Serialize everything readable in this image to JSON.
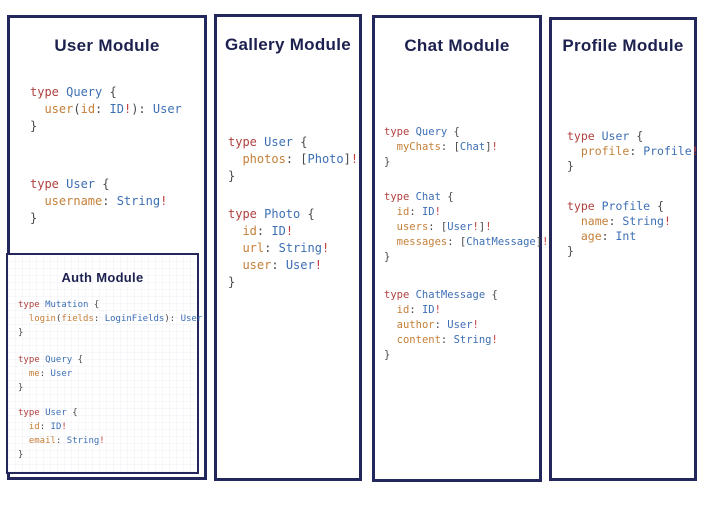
{
  "colors": {
    "border": "#23275c",
    "title": "#1d214f",
    "keyword": "#b0413e",
    "type": "#3d6fb4",
    "field": "#c5803a",
    "punct": "#4a4a4a",
    "bang": "#c33d3d"
  },
  "modules": [
    {
      "title": "User Module",
      "blocks": [
        {
          "lines": [
            [
              {
                "t": "type ",
                "c": "keyword"
              },
              {
                "t": "Query ",
                "c": "type"
              },
              {
                "t": "{",
                "c": "punct"
              }
            ],
            [
              {
                "t": "  ",
                "c": "plain"
              },
              {
                "t": "user",
                "c": "field"
              },
              {
                "t": "(",
                "c": "punct"
              },
              {
                "t": "id",
                "c": "field"
              },
              {
                "t": ": ",
                "c": "punct"
              },
              {
                "t": "ID",
                "c": "type"
              },
              {
                "t": "!",
                "c": "bang"
              },
              {
                "t": "): ",
                "c": "punct"
              },
              {
                "t": "User",
                "c": "type"
              }
            ],
            [
              {
                "t": "}",
                "c": "punct"
              }
            ]
          ]
        },
        {
          "lines": [
            [
              {
                "t": "type ",
                "c": "keyword"
              },
              {
                "t": "User ",
                "c": "type"
              },
              {
                "t": "{",
                "c": "punct"
              }
            ],
            [
              {
                "t": "  ",
                "c": "plain"
              },
              {
                "t": "username",
                "c": "field"
              },
              {
                "t": ": ",
                "c": "punct"
              },
              {
                "t": "String",
                "c": "type"
              },
              {
                "t": "!",
                "c": "bang"
              }
            ],
            [
              {
                "t": "}",
                "c": "punct"
              }
            ]
          ]
        }
      ],
      "submodule": {
        "title": "Auth Module",
        "blocks": [
          {
            "lines": [
              [
                {
                  "t": "type ",
                  "c": "keyword"
                },
                {
                  "t": "Mutation ",
                  "c": "type"
                },
                {
                  "t": "{",
                  "c": "punct"
                }
              ],
              [
                {
                  "t": "  ",
                  "c": "plain"
                },
                {
                  "t": "login",
                  "c": "field"
                },
                {
                  "t": "(",
                  "c": "punct"
                },
                {
                  "t": "fields",
                  "c": "field"
                },
                {
                  "t": ": ",
                  "c": "punct"
                },
                {
                  "t": "LoginFields",
                  "c": "type"
                },
                {
                  "t": "): ",
                  "c": "punct"
                },
                {
                  "t": "User",
                  "c": "type"
                }
              ],
              [
                {
                  "t": "}",
                  "c": "punct"
                }
              ]
            ]
          },
          {
            "lines": [
              [
                {
                  "t": "type ",
                  "c": "keyword"
                },
                {
                  "t": "Query ",
                  "c": "type"
                },
                {
                  "t": "{",
                  "c": "punct"
                }
              ],
              [
                {
                  "t": "  ",
                  "c": "plain"
                },
                {
                  "t": "me",
                  "c": "field"
                },
                {
                  "t": ": ",
                  "c": "punct"
                },
                {
                  "t": "User",
                  "c": "type"
                }
              ],
              [
                {
                  "t": "}",
                  "c": "punct"
                }
              ]
            ]
          },
          {
            "lines": [
              [
                {
                  "t": "type ",
                  "c": "keyword"
                },
                {
                  "t": "User ",
                  "c": "type"
                },
                {
                  "t": "{",
                  "c": "punct"
                }
              ],
              [
                {
                  "t": "  ",
                  "c": "plain"
                },
                {
                  "t": "id",
                  "c": "field"
                },
                {
                  "t": ": ",
                  "c": "punct"
                },
                {
                  "t": "ID",
                  "c": "type"
                },
                {
                  "t": "!",
                  "c": "bang"
                }
              ],
              [
                {
                  "t": "  ",
                  "c": "plain"
                },
                {
                  "t": "email",
                  "c": "field"
                },
                {
                  "t": ": ",
                  "c": "punct"
                },
                {
                  "t": "String",
                  "c": "type"
                },
                {
                  "t": "!",
                  "c": "bang"
                }
              ],
              [
                {
                  "t": "}",
                  "c": "punct"
                }
              ]
            ]
          }
        ]
      }
    },
    {
      "title": "Gallery Module",
      "blocks": [
        {
          "lines": [
            [
              {
                "t": "type ",
                "c": "keyword"
              },
              {
                "t": "User ",
                "c": "type"
              },
              {
                "t": "{",
                "c": "punct"
              }
            ],
            [
              {
                "t": "  ",
                "c": "plain"
              },
              {
                "t": "photos",
                "c": "field"
              },
              {
                "t": ": ",
                "c": "punct"
              },
              {
                "t": "[",
                "c": "punct"
              },
              {
                "t": "Photo",
                "c": "type"
              },
              {
                "t": "]",
                "c": "punct"
              },
              {
                "t": "!",
                "c": "bang"
              }
            ],
            [
              {
                "t": "}",
                "c": "punct"
              }
            ]
          ]
        },
        {
          "lines": [
            [
              {
                "t": "type ",
                "c": "keyword"
              },
              {
                "t": "Photo ",
                "c": "type"
              },
              {
                "t": "{",
                "c": "punct"
              }
            ],
            [
              {
                "t": "  ",
                "c": "plain"
              },
              {
                "t": "id",
                "c": "field"
              },
              {
                "t": ": ",
                "c": "punct"
              },
              {
                "t": "ID",
                "c": "type"
              },
              {
                "t": "!",
                "c": "bang"
              }
            ],
            [
              {
                "t": "  ",
                "c": "plain"
              },
              {
                "t": "url",
                "c": "field"
              },
              {
                "t": ": ",
                "c": "punct"
              },
              {
                "t": "String",
                "c": "type"
              },
              {
                "t": "!",
                "c": "bang"
              }
            ],
            [
              {
                "t": "  ",
                "c": "plain"
              },
              {
                "t": "user",
                "c": "field"
              },
              {
                "t": ": ",
                "c": "punct"
              },
              {
                "t": "User",
                "c": "type"
              },
              {
                "t": "!",
                "c": "bang"
              }
            ],
            [
              {
                "t": "}",
                "c": "punct"
              }
            ]
          ]
        }
      ]
    },
    {
      "title": "Chat Module",
      "blocks": [
        {
          "lines": [
            [
              {
                "t": "type ",
                "c": "keyword"
              },
              {
                "t": "Query ",
                "c": "type"
              },
              {
                "t": "{",
                "c": "punct"
              }
            ],
            [
              {
                "t": "  ",
                "c": "plain"
              },
              {
                "t": "myChats",
                "c": "field"
              },
              {
                "t": ": ",
                "c": "punct"
              },
              {
                "t": "[",
                "c": "punct"
              },
              {
                "t": "Chat",
                "c": "type"
              },
              {
                "t": "]",
                "c": "punct"
              },
              {
                "t": "!",
                "c": "bang"
              }
            ],
            [
              {
                "t": "}",
                "c": "punct"
              }
            ]
          ]
        },
        {
          "lines": [
            [
              {
                "t": "type ",
                "c": "keyword"
              },
              {
                "t": "Chat ",
                "c": "type"
              },
              {
                "t": "{",
                "c": "punct"
              }
            ],
            [
              {
                "t": "  ",
                "c": "plain"
              },
              {
                "t": "id",
                "c": "field"
              },
              {
                "t": ": ",
                "c": "punct"
              },
              {
                "t": "ID",
                "c": "type"
              },
              {
                "t": "!",
                "c": "bang"
              }
            ],
            [
              {
                "t": "  ",
                "c": "plain"
              },
              {
                "t": "users",
                "c": "field"
              },
              {
                "t": ": ",
                "c": "punct"
              },
              {
                "t": "[",
                "c": "punct"
              },
              {
                "t": "User",
                "c": "type"
              },
              {
                "t": "!",
                "c": "bang"
              },
              {
                "t": "]",
                "c": "punct"
              },
              {
                "t": "!",
                "c": "bang"
              }
            ],
            [
              {
                "t": "  ",
                "c": "plain"
              },
              {
                "t": "messages",
                "c": "field"
              },
              {
                "t": ": ",
                "c": "punct"
              },
              {
                "t": "[",
                "c": "punct"
              },
              {
                "t": "ChatMessage",
                "c": "type"
              },
              {
                "t": "]",
                "c": "punct"
              },
              {
                "t": "!",
                "c": "bang"
              }
            ],
            [
              {
                "t": "}",
                "c": "punct"
              }
            ]
          ]
        },
        {
          "lines": [
            [
              {
                "t": "type ",
                "c": "keyword"
              },
              {
                "t": "ChatMessage ",
                "c": "type"
              },
              {
                "t": "{",
                "c": "punct"
              }
            ],
            [
              {
                "t": "  ",
                "c": "plain"
              },
              {
                "t": "id",
                "c": "field"
              },
              {
                "t": ": ",
                "c": "punct"
              },
              {
                "t": "ID",
                "c": "type"
              },
              {
                "t": "!",
                "c": "bang"
              }
            ],
            [
              {
                "t": "  ",
                "c": "plain"
              },
              {
                "t": "author",
                "c": "field"
              },
              {
                "t": ": ",
                "c": "punct"
              },
              {
                "t": "User",
                "c": "type"
              },
              {
                "t": "!",
                "c": "bang"
              }
            ],
            [
              {
                "t": "  ",
                "c": "plain"
              },
              {
                "t": "content",
                "c": "field"
              },
              {
                "t": ": ",
                "c": "punct"
              },
              {
                "t": "String",
                "c": "type"
              },
              {
                "t": "!",
                "c": "bang"
              }
            ],
            [
              {
                "t": "}",
                "c": "punct"
              }
            ]
          ]
        }
      ]
    },
    {
      "title": "Profile Module",
      "blocks": [
        {
          "lines": [
            [
              {
                "t": "type ",
                "c": "keyword"
              },
              {
                "t": "User ",
                "c": "type"
              },
              {
                "t": "{",
                "c": "punct"
              }
            ],
            [
              {
                "t": "  ",
                "c": "plain"
              },
              {
                "t": "profile",
                "c": "field"
              },
              {
                "t": ": ",
                "c": "punct"
              },
              {
                "t": "Profile",
                "c": "type"
              },
              {
                "t": "!",
                "c": "bang"
              }
            ],
            [
              {
                "t": "}",
                "c": "punct"
              }
            ]
          ]
        },
        {
          "lines": [
            [
              {
                "t": "type ",
                "c": "keyword"
              },
              {
                "t": "Profile ",
                "c": "type"
              },
              {
                "t": "{",
                "c": "punct"
              }
            ],
            [
              {
                "t": "  ",
                "c": "plain"
              },
              {
                "t": "name",
                "c": "field"
              },
              {
                "t": ": ",
                "c": "punct"
              },
              {
                "t": "String",
                "c": "type"
              },
              {
                "t": "!",
                "c": "bang"
              }
            ],
            [
              {
                "t": "  ",
                "c": "plain"
              },
              {
                "t": "age",
                "c": "field"
              },
              {
                "t": ": ",
                "c": "punct"
              },
              {
                "t": "Int",
                "c": "type"
              }
            ],
            [
              {
                "t": "}",
                "c": "punct"
              }
            ]
          ]
        }
      ]
    }
  ]
}
